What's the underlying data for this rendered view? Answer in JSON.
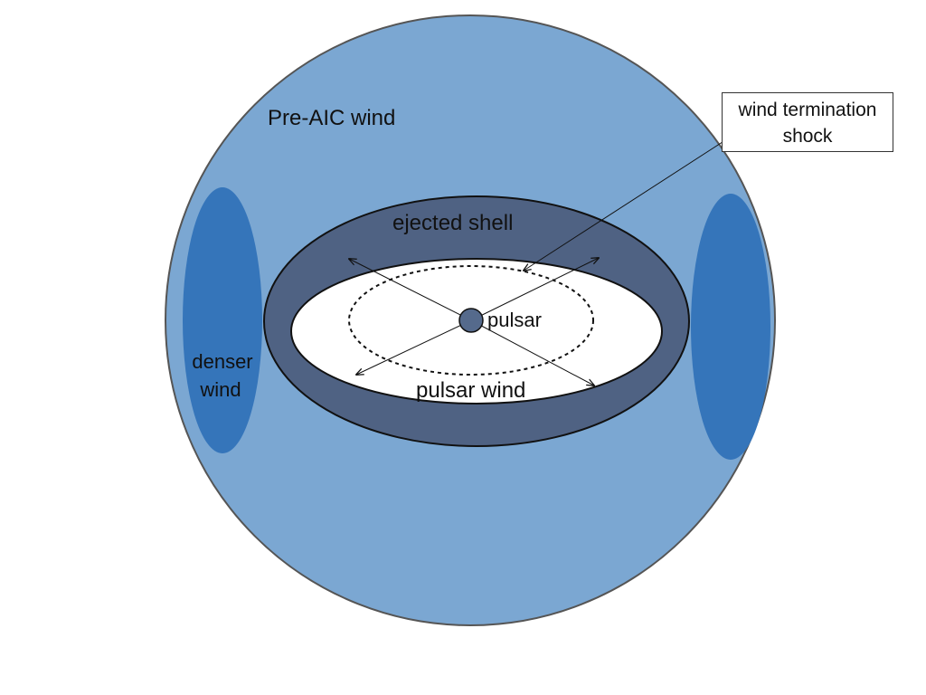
{
  "labels": {
    "pre_aic_wind": "Pre-AIC wind",
    "ejected_shell": "ejected shell",
    "pulsar": "pulsar",
    "pulsar_wind": "pulsar wind",
    "denser_wind_line1": "denser",
    "denser_wind_line2": "wind",
    "callout_line1": "wind termination",
    "callout_line2": "shock"
  },
  "colors": {
    "outer_wind": "#7ba7d2",
    "denser_wind": "#3575ba",
    "ejected_shell": "#4f6283",
    "pulsar_wind_region": "#ffffff",
    "pulsar": "#556a8c",
    "outline": "#111111"
  }
}
